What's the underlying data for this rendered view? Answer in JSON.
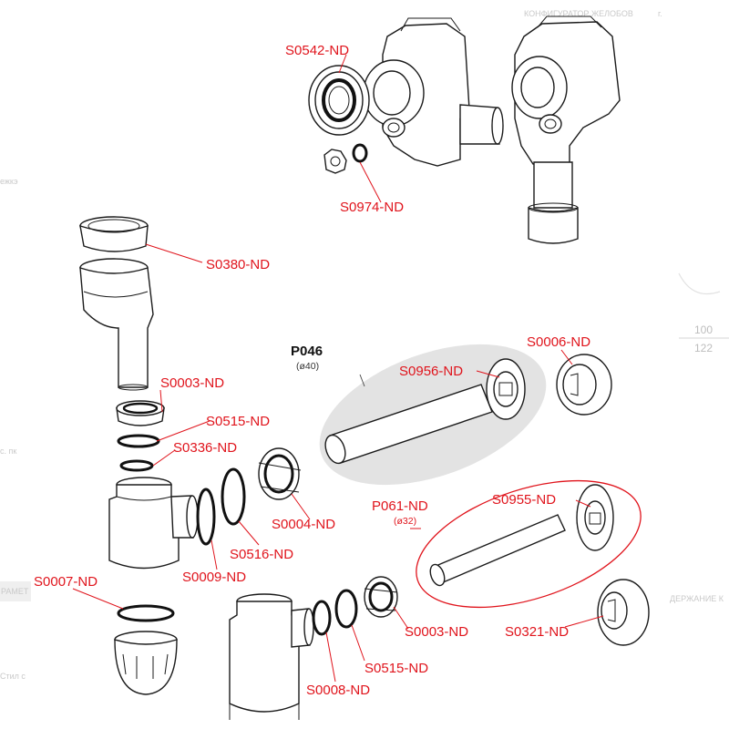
{
  "background_ui": {
    "top_menu_text": "КОНФИГУРАТОР ЖЕЛОБОВ",
    "top_menu_extra": "г.",
    "right_values": [
      "100",
      "122"
    ],
    "faded_fragments": [
      "ежкэ",
      "РАМЕТ",
      "с. пк",
      "Стил с",
      "ДЕРЖАНИЕ К"
    ]
  },
  "colors": {
    "callout_red": "#e0141c",
    "highlight_ellipse": "#e3e3e3",
    "line_art": "#1b1b1b"
  },
  "groups": {
    "p046": {
      "code": "P046",
      "size": "(ø40)"
    },
    "p061": {
      "code": "P061-ND",
      "size": "(ø32)"
    }
  },
  "labels": {
    "s0542": "S0542-ND",
    "s0974": "S0974-ND",
    "s0380": "S0380-ND",
    "s0003a": "S0003-ND",
    "s0515a": "S0515-ND",
    "s0336": "S0336-ND",
    "s0004": "S0004-ND",
    "s0516": "S0516-ND",
    "s0009": "S0009-ND",
    "s0007": "S0007-ND",
    "s0956": "S0956-ND",
    "s0006": "S0006-ND",
    "s0955": "S0955-ND",
    "s0321": "S0321-ND",
    "s0003b": "S0003-ND",
    "s0515b": "S0515-ND",
    "s0008": "S0008-ND"
  }
}
